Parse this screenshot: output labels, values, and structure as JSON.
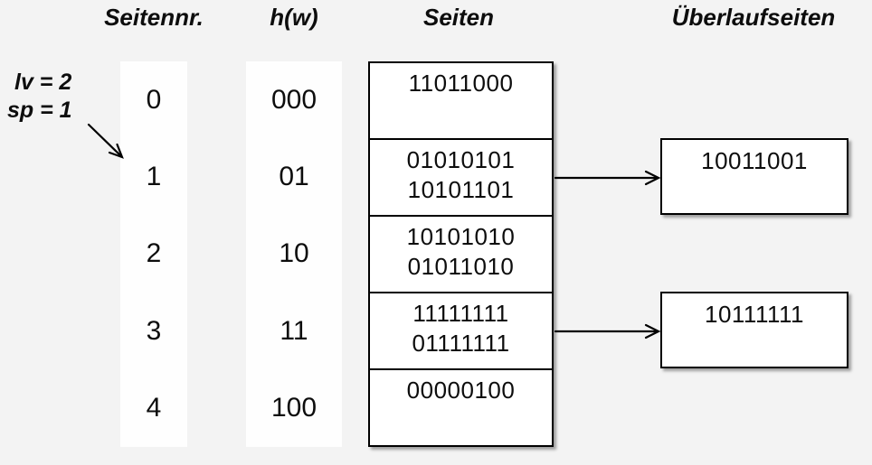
{
  "diagram": {
    "headers": {
      "col_page_no": "Seitennr.",
      "col_hash": "h(w)",
      "col_pages": "Seiten",
      "col_overflow": "Überlaufseiten"
    },
    "annotation": {
      "level": "lv = 2",
      "split_pointer": "sp = 1"
    },
    "rows": [
      {
        "page_no": "0",
        "hash": "000",
        "entries": [
          "11011000"
        ],
        "overflow": null
      },
      {
        "page_no": "1",
        "hash": "01",
        "entries": [
          "01010101",
          "10101101"
        ],
        "overflow": "10011001"
      },
      {
        "page_no": "2",
        "hash": "10",
        "entries": [
          "10101010",
          "01011010"
        ],
        "overflow": null
      },
      {
        "page_no": "3",
        "hash": "11",
        "entries": [
          "11111111",
          "01111111"
        ],
        "overflow": "10111111"
      },
      {
        "page_no": "4",
        "hash": "100",
        "entries": [
          "00000100"
        ],
        "overflow": null
      }
    ],
    "colors": {
      "background": "#f3f3f3",
      "box_fill": "#ffffff",
      "line": "#000000"
    }
  }
}
